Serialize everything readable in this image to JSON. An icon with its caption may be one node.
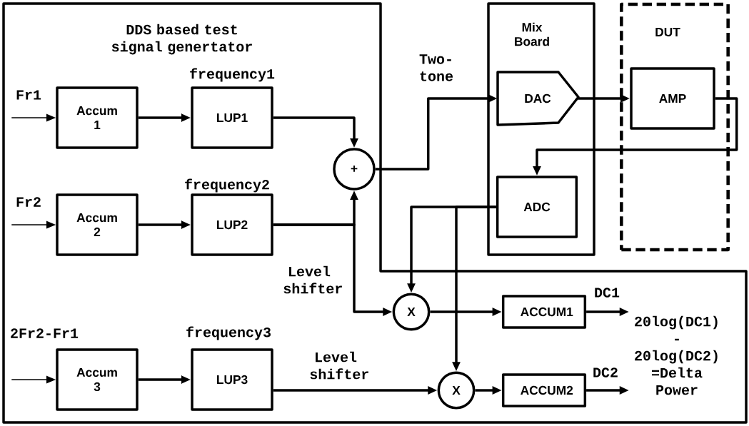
{
  "diagram": {
    "nodes": [
      {
        "text": [
          "DDS based test signal genertator"
        ]
      },
      {
        "text": [
          "Accum 1"
        ],
        "in": 0
      },
      {
        "text": [
          "LUP1"
        ],
        "in": 0,
        "beside": [
          "frequency1"
        ]
      },
      {
        "text": [
          "Accum 2"
        ],
        "in": 0
      },
      {
        "text": [
          "LUP2"
        ],
        "in": 0,
        "beside": [
          "frequency2"
        ]
      },
      {
        "text": [
          "Accum 3"
        ],
        "in": 0
      },
      {
        "text": [
          "LUP3"
        ],
        "in": 0,
        "beside": [
          "frequency3"
        ]
      },
      {
        "text": [
          "+"
        ],
        "in": 0
      },
      {
        "text": [
          "Mix Board"
        ]
      },
      {
        "text": [
          "DAC"
        ],
        "in": 8
      },
      {
        "text": [
          "ADC"
        ],
        "in": 8
      },
      {
        "text": [
          "DUT"
        ]
      },
      {
        "text": [
          "AMP"
        ],
        "in": 11
      },
      {
        "text": [
          "X"
        ],
        "in": 0
      },
      {
        "text": [
          "ACCUM1"
        ],
        "in": 0
      },
      {
        "text": [
          "X"
        ],
        "in": 0
      },
      {
        "text": [
          "ACCUM2"
        ],
        "in": 0
      },
      {
        "text": [
          "20log(DC1) - 20log(DC2) =Delta Power"
        ],
        "in": 0
      }
    ],
    "edges": [
      {
        "from": null,
        "to": 1,
        "arrow": "to",
        "label": "Fr1"
      },
      {
        "from": 1,
        "to": 2,
        "arrow": "to"
      },
      {
        "from": 2,
        "to": 7,
        "arrow": "to"
      },
      {
        "from": null,
        "to": 3,
        "arrow": "to",
        "label": "Fr2"
      },
      {
        "from": 3,
        "to": 4,
        "arrow": "to"
      },
      {
        "from": 4,
        "to": 7,
        "arrow": "to"
      },
      {
        "from": 4,
        "to": 13,
        "arrow": "to",
        "label": "Level shifter"
      },
      {
        "from": null,
        "to": 5,
        "arrow": "to",
        "label": "2Fr2-Fr1"
      },
      {
        "from": 5,
        "to": 6,
        "arrow": "to"
      },
      {
        "from": 6,
        "to": 15,
        "arrow": "to",
        "label": "Level shifter"
      },
      {
        "from": 7,
        "to": 9,
        "arrow": "to",
        "label": "Two-tone"
      },
      {
        "from": 9,
        "to": 12,
        "arrow": "to"
      },
      {
        "from": 12,
        "to": 10,
        "arrow": "to"
      },
      {
        "from": 10,
        "to": 13,
        "arrow": "to"
      },
      {
        "from": 10,
        "to": 15,
        "arrow": "to"
      },
      {
        "from": 13,
        "to": 14,
        "arrow": "to"
      },
      {
        "from": 15,
        "to": 16,
        "arrow": "to"
      },
      {
        "from": 14,
        "to": 17,
        "arrow": "to",
        "label": "DC1"
      },
      {
        "from": 16,
        "to": 17,
        "arrow": "to",
        "label": "DC2"
      }
    ]
  }
}
